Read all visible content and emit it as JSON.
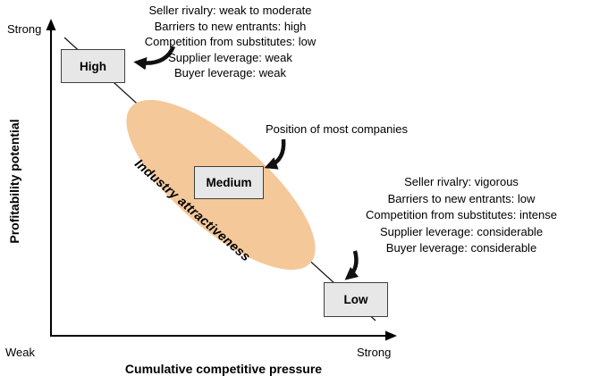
{
  "colors": {
    "ellipse": "#f5c89a",
    "box_fill": "#e7e7e7",
    "line": "#1a1a1a"
  },
  "y_axis": {
    "top_label": "Strong",
    "title": "Profitability potential"
  },
  "x_axis": {
    "left_label": "Weak",
    "right_label": "Strong",
    "title": "Cumulative competitive pressure"
  },
  "boxes": {
    "high": "High",
    "medium": "Medium",
    "low": "Low"
  },
  "ellipse_label": "Industry attractiveness",
  "annotations": {
    "high_profit": {
      "lines": [
        "Seller rivalry: weak to moderate",
        "Barriers to new entrants: high",
        "Competition from substitutes: low",
        "Supplier leverage: weak",
        "Buyer leverage: weak"
      ]
    },
    "most_companies": {
      "label": "Position of most companies"
    },
    "low_profit": {
      "lines": [
        "Seller rivalry: vigorous",
        "Barriers to new entrants: low",
        "Competition from substitutes: intense",
        "Supplier leverage: considerable",
        "Buyer leverage: considerable"
      ]
    }
  }
}
